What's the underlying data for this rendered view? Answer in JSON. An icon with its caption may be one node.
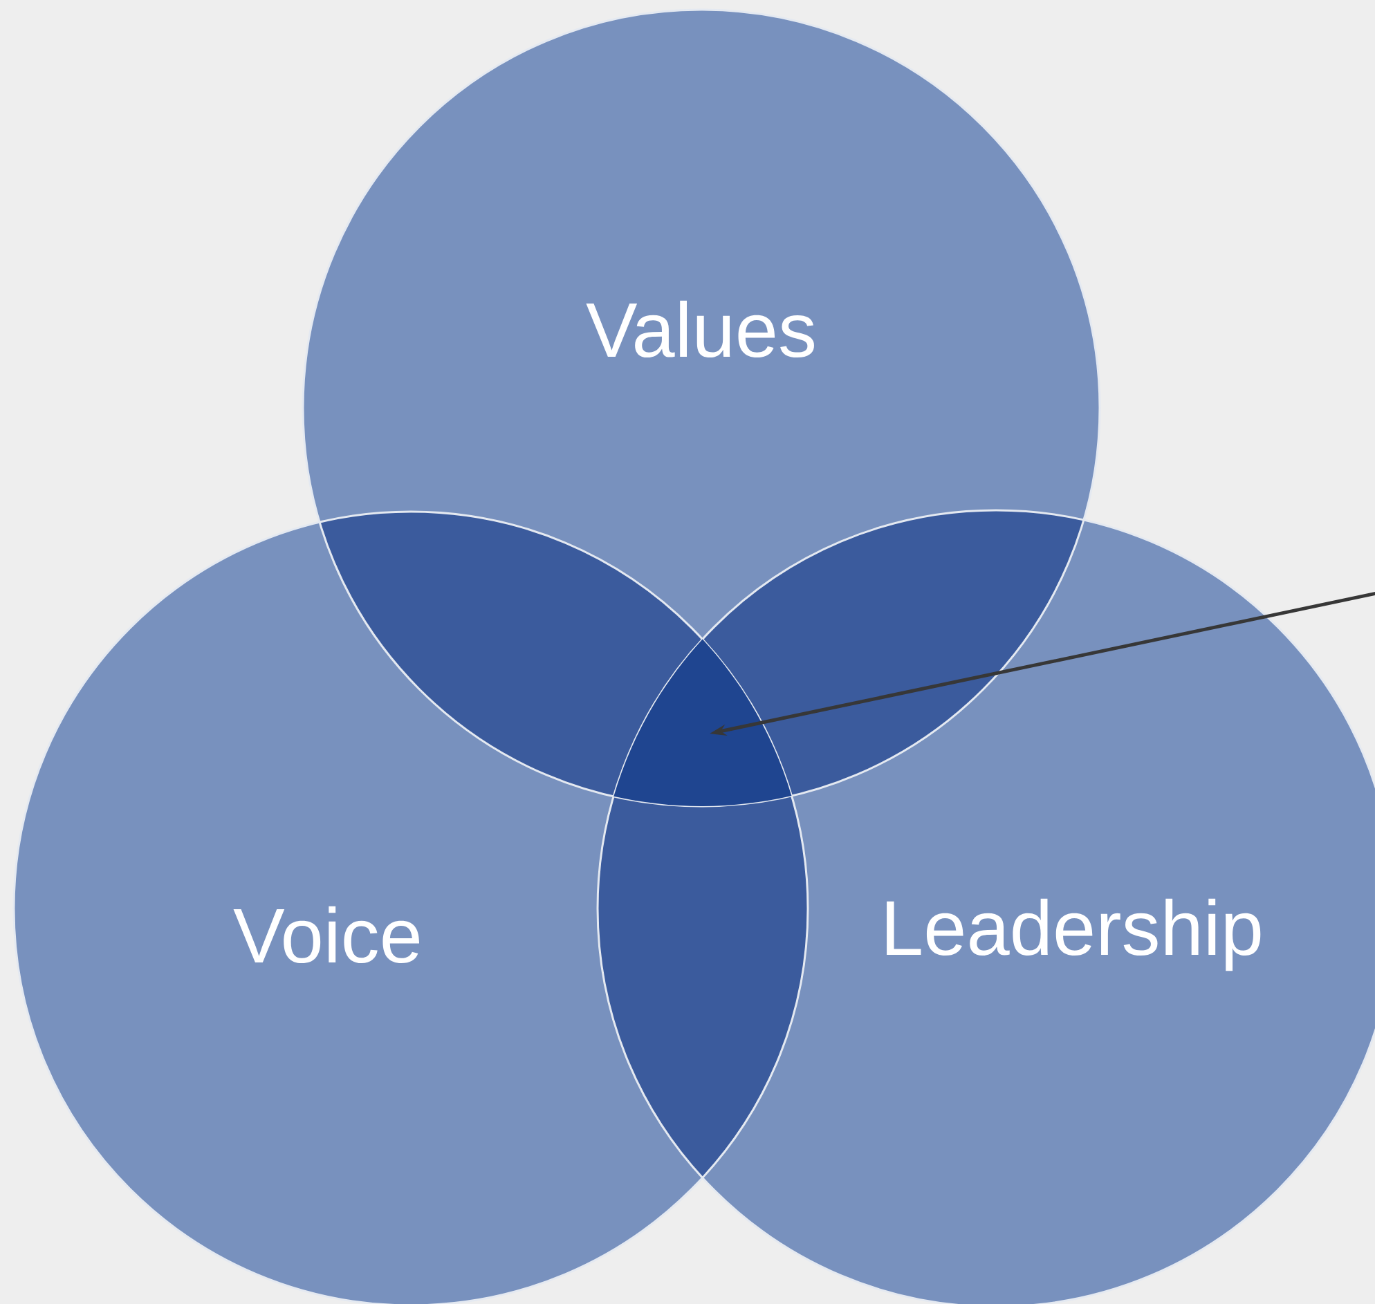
{
  "diagram": {
    "nodes": [
      {
        "text": [
          "Values"
        ]
      },
      {
        "text": [
          "Voice"
        ]
      },
      {
        "text": [
          "Leadership"
        ]
      },
      {
        "text": [],
        "shape": "triangle"
      }
    ],
    "edges": [
      {
        "from": null,
        "to": 3,
        "arrow": "to"
      }
    ]
  }
}
